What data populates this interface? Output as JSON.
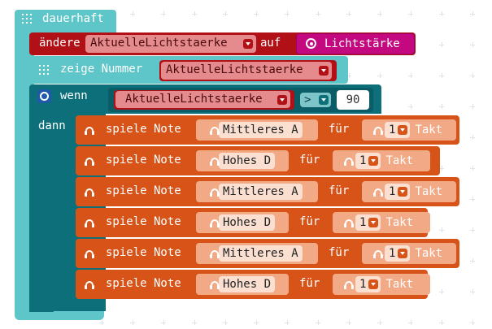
{
  "forever": {
    "label": "dauerhaft"
  },
  "set_block": {
    "prefix": "ändere",
    "variable": "AktuelleLichtstaerke",
    "to": "auf",
    "value_label": "Lichtstärke"
  },
  "show_number": {
    "label": "zeige Nummer",
    "variable": "AktuelleLichtstaerke"
  },
  "if_block": {
    "if_label": "wenn",
    "then_label": "dann",
    "variable": "AktuelleLichtstaerke",
    "operator": ">",
    "compare_value": "90"
  },
  "play_tone": [
    {
      "label": "spiele Note",
      "note": "Mittleres A",
      "for": "für",
      "beats": "1",
      "unit": "Takt"
    },
    {
      "label": "spiele Note",
      "note": "Hohes D",
      "for": "für",
      "beats": "1",
      "unit": "Takt"
    },
    {
      "label": "spiele Note",
      "note": "Mittleres A",
      "for": "für",
      "beats": "1",
      "unit": "Takt"
    },
    {
      "label": "spiele Note",
      "note": "Hohes D",
      "for": "für",
      "beats": "1",
      "unit": "Takt"
    },
    {
      "label": "spiele Note",
      "note": "Mittleres A",
      "for": "für",
      "beats": "1",
      "unit": "Takt"
    },
    {
      "label": "spiele Note",
      "note": "Hohes D",
      "for": "für",
      "beats": "1",
      "unit": "Takt"
    }
  ],
  "colors": {
    "basic": "#5ec6c8",
    "logic": "#0d6f7a",
    "variables": "#b11116",
    "input": "#c4087f",
    "music": "#d85317"
  }
}
